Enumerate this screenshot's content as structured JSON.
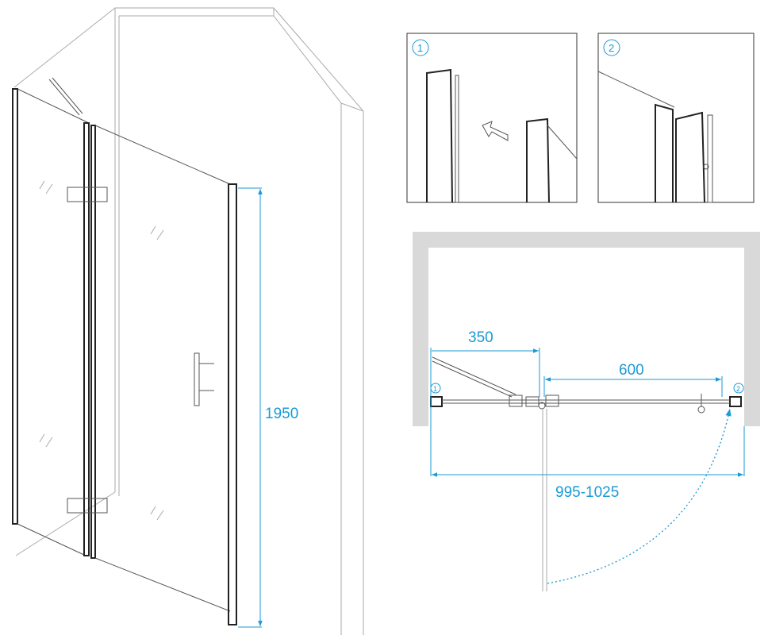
{
  "colors": {
    "dimension": "#1a9ad6",
    "wall": "#d9d9d9",
    "line": "#555555"
  },
  "elevation": {
    "height_label": "1950"
  },
  "details": [
    {
      "number": "1"
    },
    {
      "number": "2"
    }
  ],
  "plan": {
    "hinge_offset_label": "350",
    "door_width_label": "600",
    "total_width_label": "995-1025",
    "marker_left": "1",
    "marker_right": "2"
  }
}
